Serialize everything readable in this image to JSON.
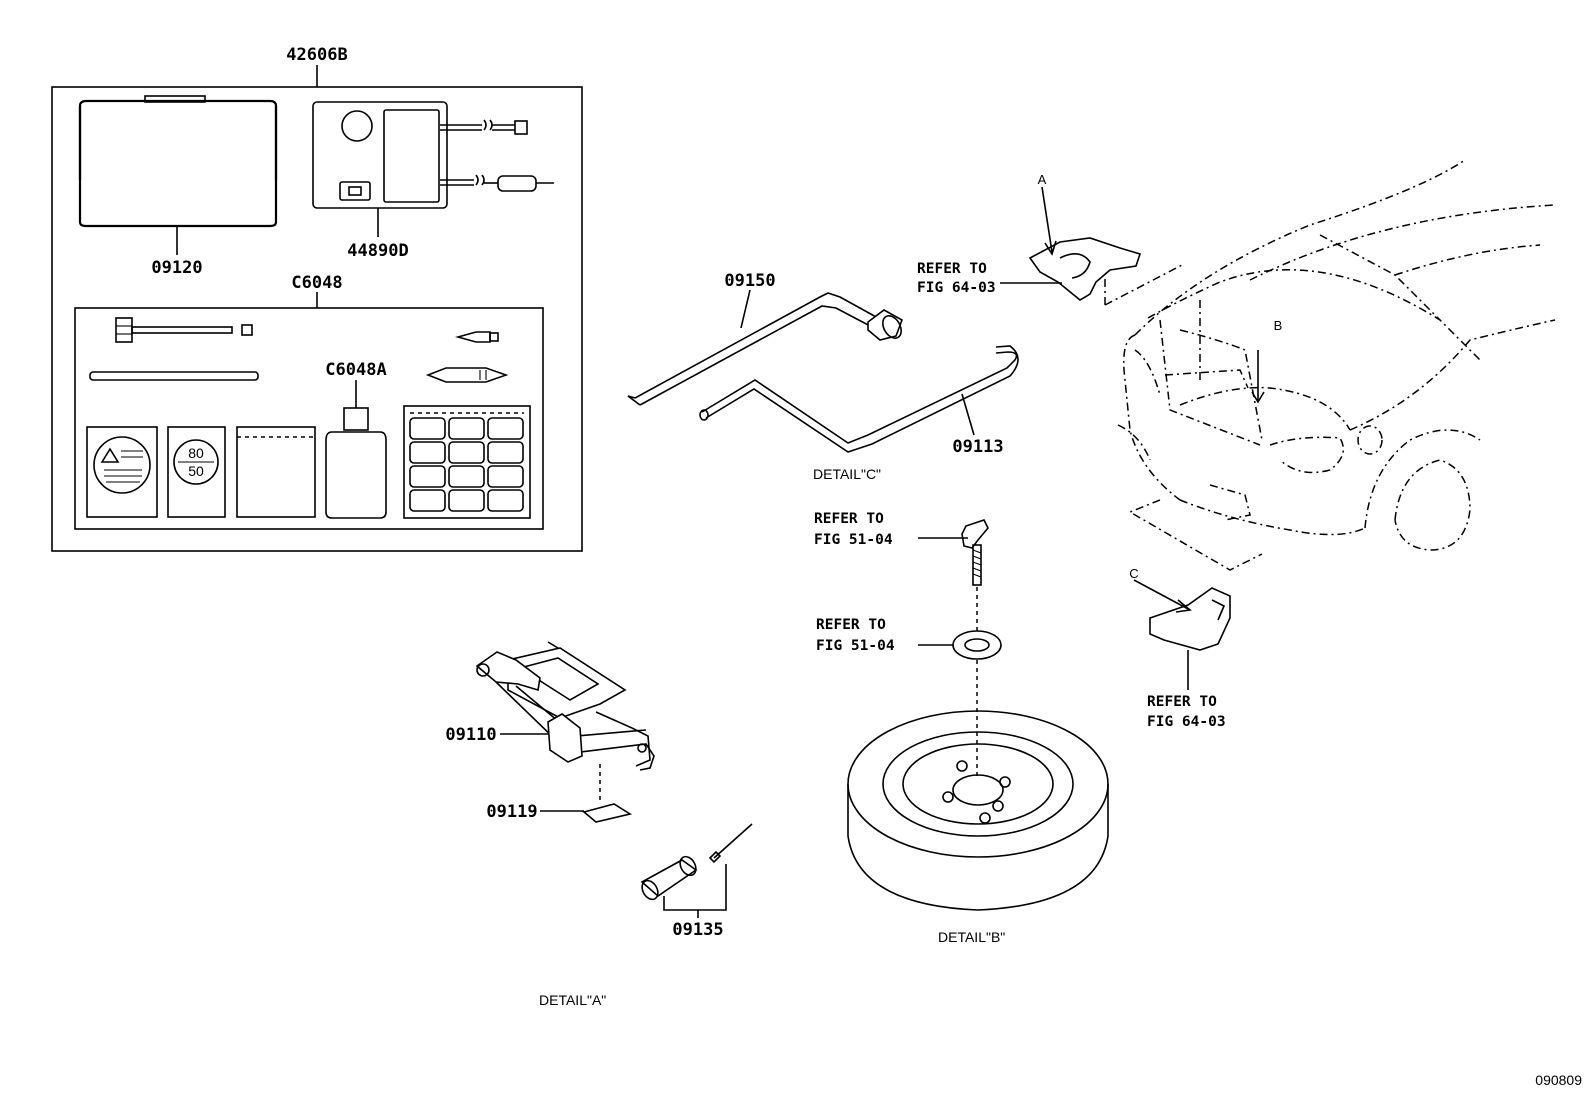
{
  "parts": {
    "p42606B": "42606B",
    "p09120": "09120",
    "p44890D": "44890D",
    "pC6048": "C6048",
    "pC6048A": "C6048A",
    "p09150": "09150",
    "p09113": "09113",
    "p09110": "09110",
    "p09119": "09119",
    "p09135": "09135"
  },
  "references": {
    "ref_a": {
      "line1": "REFER TO",
      "line2": "FIG 64-03"
    },
    "ref_bolt": {
      "line1": "REFER TO",
      "line2": "FIG 51-04"
    },
    "ref_washer": {
      "line1": "REFER TO",
      "line2": "FIG 51-04"
    },
    "ref_c": {
      "line1": "REFER TO",
      "line2": "FIG 64-03"
    }
  },
  "details": {
    "a": "DETAIL\"A\"",
    "b": "DETAIL\"B\"",
    "c": "DETAIL\"C\""
  },
  "callouts": {
    "a": "A",
    "b": "B",
    "c": "C"
  },
  "label_texts": {
    "l80": "80",
    "l50": "50"
  },
  "figure_number": "090809"
}
